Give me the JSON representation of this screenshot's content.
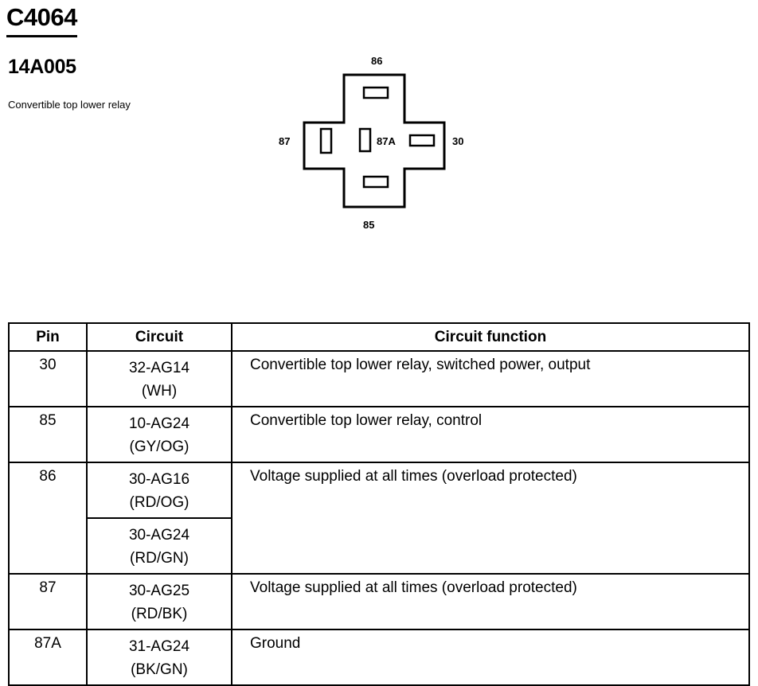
{
  "header": {
    "connector_id": "C4064",
    "part_number": "14A005",
    "description": "Convertible top lower relay"
  },
  "diagram": {
    "pins": {
      "top": "86",
      "bottom": "85",
      "left": "87",
      "right": "30",
      "center": "87A"
    }
  },
  "table": {
    "headers": [
      "Pin",
      "Circuit",
      "Circuit function"
    ],
    "rows": [
      {
        "pin": "30",
        "circuit": "32-AG14",
        "color": "(WH)",
        "function": "Convertible top lower relay, switched power, output"
      },
      {
        "pin": "85",
        "circuit": "10-AG24",
        "color": "(GY/OG)",
        "function": "Convertible top lower relay, control"
      },
      {
        "pin": "86",
        "circuit": "30-AG16",
        "color": "(RD/OG)",
        "function": "Voltage supplied at all times (overload protected)"
      },
      {
        "pin": "",
        "circuit": "30-AG24",
        "color": "(RD/GN)",
        "function": ""
      },
      {
        "pin": "87",
        "circuit": "30-AG25",
        "color": "(RD/BK)",
        "function": "Voltage supplied at all times (overload protected)"
      },
      {
        "pin": "87A",
        "circuit": "31-AG24",
        "color": "(BK/GN)",
        "function": "Ground"
      }
    ]
  }
}
